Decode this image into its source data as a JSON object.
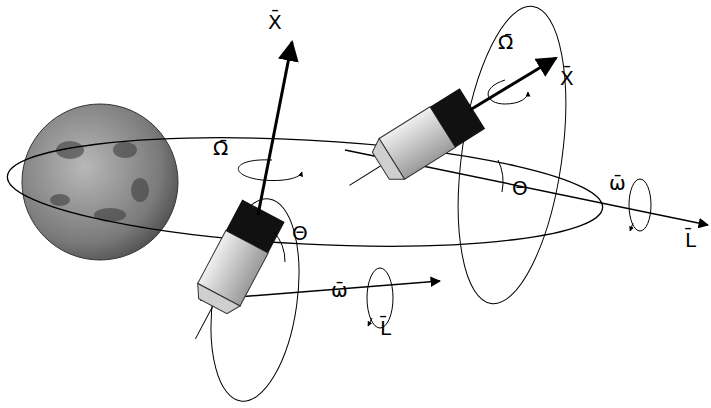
{
  "diagram": {
    "labels": [
      "X̄",
      "Ω̄",
      "Θ",
      "ω̄",
      "L̄",
      "Ω̄",
      "X̄",
      "Θ",
      "ω̄",
      "L̄"
    ]
  }
}
